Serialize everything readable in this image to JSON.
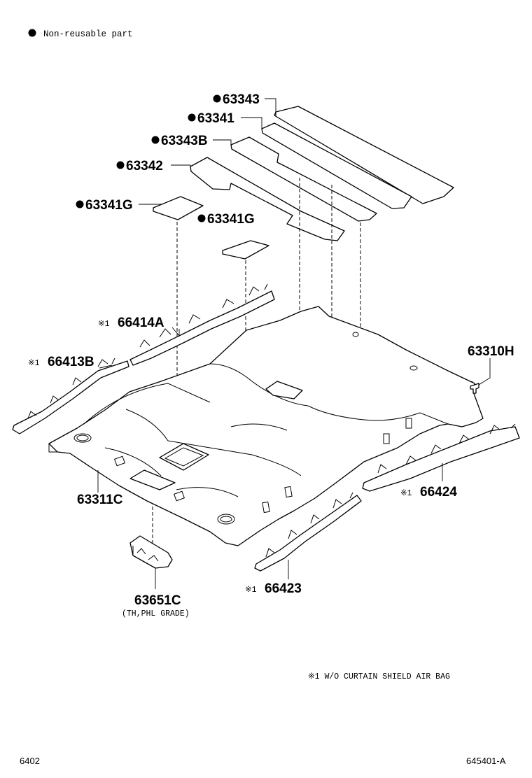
{
  "legend": {
    "bullet_text": "Non-reusable part",
    "footnote": "※1 W/O CURTAIN SHIELD AIR BAG"
  },
  "parts": {
    "p63343": "63343",
    "p63341": "63341",
    "p63343B": "63343B",
    "p63342": "63342",
    "p63341G_a": "63341G",
    "p63341G_b": "63341G",
    "p66414A": "66414A",
    "p66413B": "66413B",
    "p63310H": "63310H",
    "p63311C": "63311C",
    "p66424": "66424",
    "p66423": "66423",
    "p63651C": "63651C",
    "p63651C_note": "(TH,PHL GRADE)"
  },
  "markers": {
    "note_mark": "※1"
  },
  "footer": {
    "left": "6402",
    "right": "645401-A"
  },
  "icons": {
    "bullet": "filled-circle-icon"
  }
}
